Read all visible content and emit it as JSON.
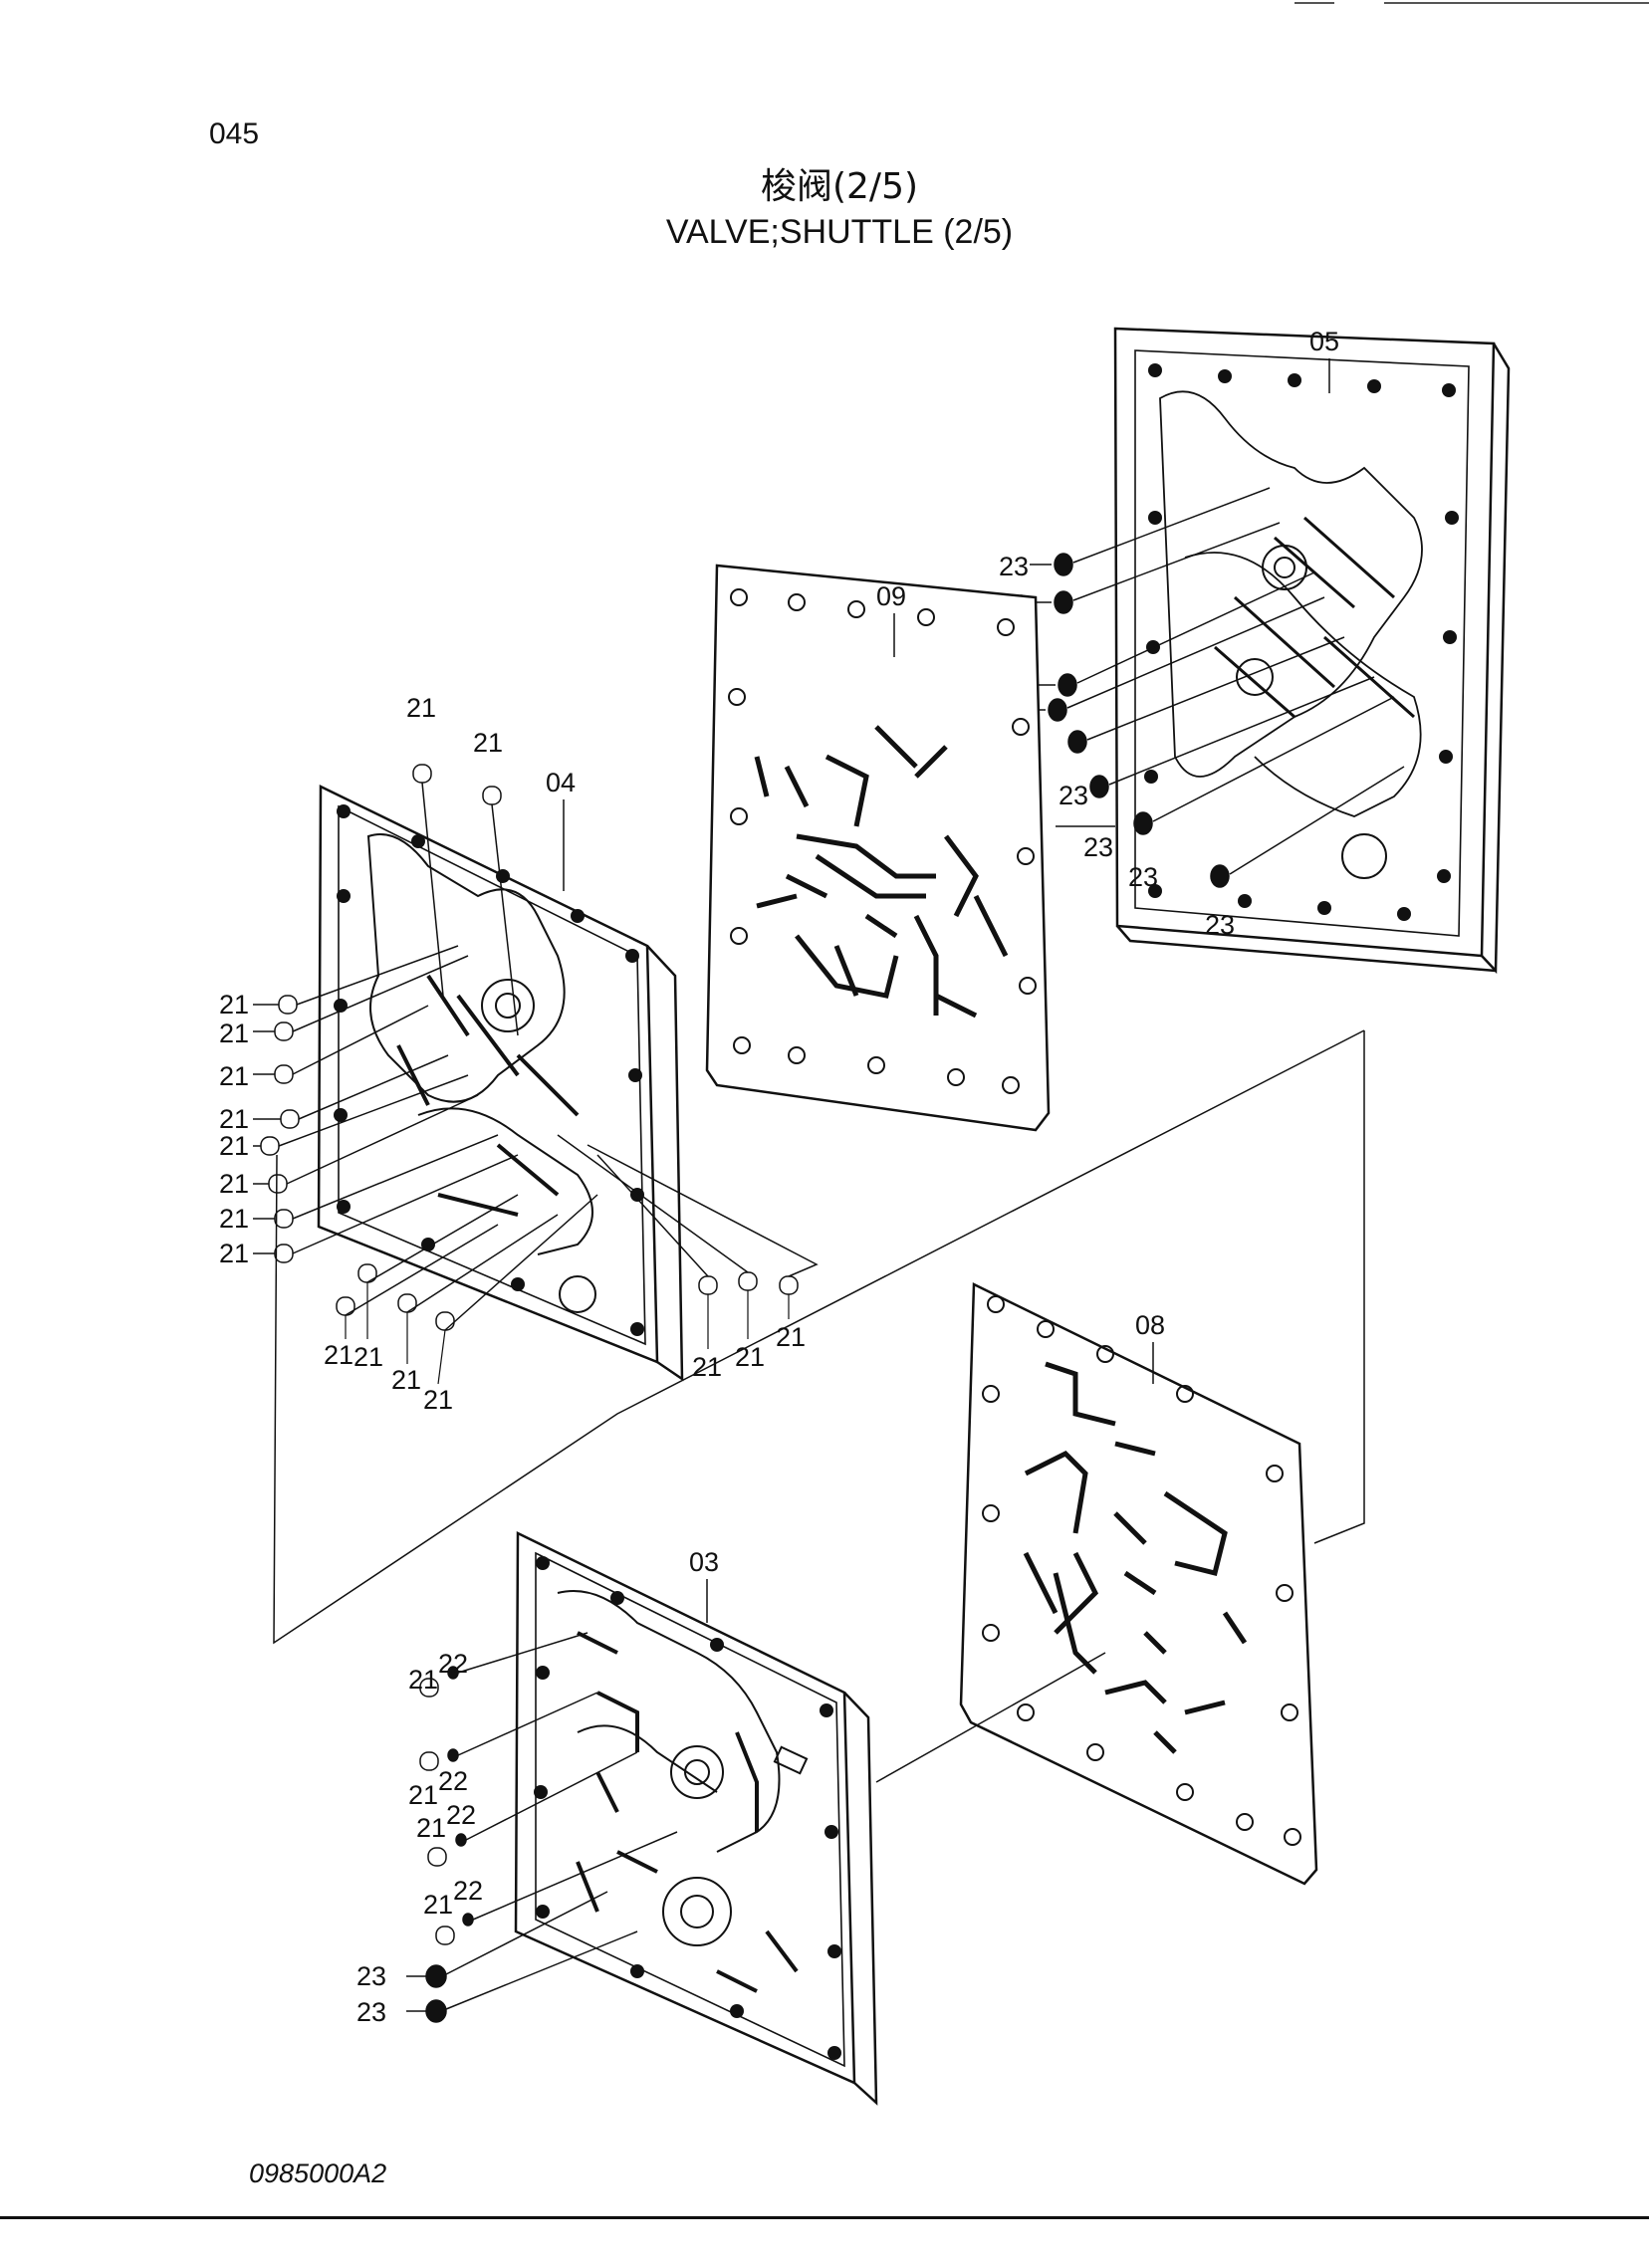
{
  "page": {
    "number": "045",
    "title_cn": "梭阀(2/5)",
    "title_en": "VALVE;SHUTTLE (2/5)",
    "drawing_code": "0985000A2"
  },
  "diagram": {
    "plates": [
      {
        "label": "05"
      },
      {
        "label": "09"
      },
      {
        "label": "04"
      },
      {
        "label": "08"
      },
      {
        "label": "03"
      }
    ],
    "part_labels": {
      "plug": "21",
      "ring": "22",
      "screen": "23"
    }
  }
}
